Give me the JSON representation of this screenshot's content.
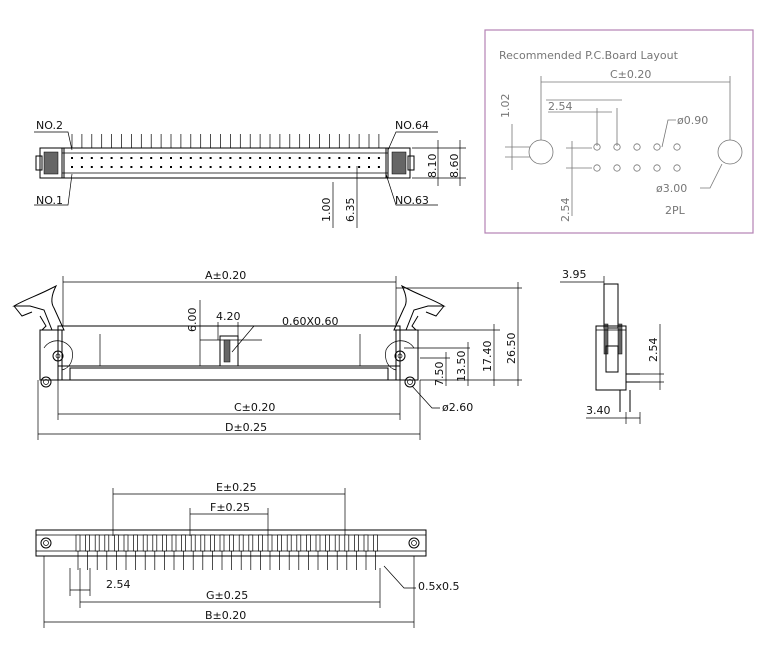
{
  "top_view": {
    "label_no2": "NO.2",
    "label_no1": "NO.1",
    "label_no64": "NO.64",
    "label_no63": "NO.63",
    "dim_8_10": "8.10",
    "dim_8_60": "8.60",
    "dim_1_00": "1.00",
    "dim_6_35": "6.35"
  },
  "pcb_layout": {
    "title": "Recommended  P.C.Board  Layout",
    "dim_c": "C±0.20",
    "dim_1_02": "1.02",
    "dim_2_54_top": "2.54",
    "dim_hole": "ø0.90",
    "dim_2_54_side": "2.54",
    "dim_mount": "ø3.00",
    "dim_2pl": "2PL"
  },
  "front_view": {
    "dim_a": "A±0.20",
    "dim_6_00": "6.00",
    "dim_4_20": "4.20",
    "dim_0_60": "0.60X0.60",
    "dim_c": "C±0.20",
    "dim_d": "D±0.25",
    "dim_2_60": "ø2.60",
    "dim_7_50": "7.50",
    "dim_13_50": "13.50",
    "dim_17_40": "17.40",
    "dim_26_50": "26.50"
  },
  "side_view": {
    "dim_3_95": "3.95",
    "dim_2_54": "2.54",
    "dim_3_40": "3.40"
  },
  "bottom_view": {
    "dim_e": "E±0.25",
    "dim_f": "F±0.25",
    "dim_2_54": "2.54",
    "dim_g": "G±0.25",
    "dim_b": "B±0.20",
    "dim_chamfer": "0.5x0.5"
  }
}
